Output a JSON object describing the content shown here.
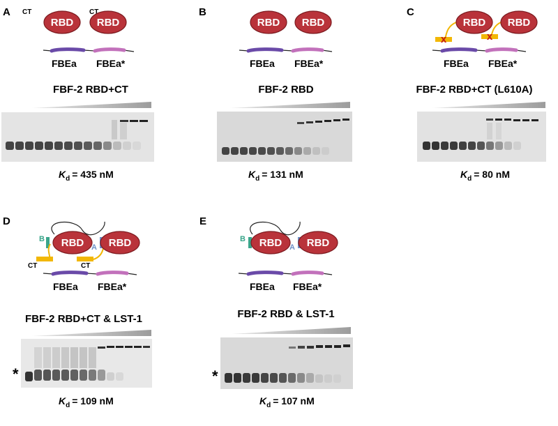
{
  "colors": {
    "rbd_fill": "#b9333a",
    "rbd_stroke": "#7c1a1f",
    "ct": "#f2b705",
    "fbea": "#6a4aa8",
    "fbea_star": "#c271bb",
    "mutation": "#c21818",
    "motif_b": "#3aa58a",
    "motif_a": "#6f91c8",
    "gel_bg": "#e4e4e4",
    "wedge": "#b5b5b5"
  },
  "labels": {
    "rbd": "RBD",
    "ct": "CT",
    "fbea": "FBEa",
    "fbea_star": "FBEa*",
    "mutation_mark": "x",
    "motif_b": "B",
    "motif_a": "A",
    "free_probe_mark": "*",
    "kd_symbol": "K",
    "kd_subscript": "d"
  },
  "panels": [
    {
      "letter": "A",
      "title": "FBF-2 RBD+CT",
      "kd_value": "= 435 nM"
    },
    {
      "letter": "B",
      "title": "FBF-2 RBD",
      "kd_value": "= 131 nM"
    },
    {
      "letter": "C",
      "title": "FBF-2 RBD+CT (L610A)",
      "kd_value": "= 80 nM"
    },
    {
      "letter": "D",
      "title": "FBF-2 RBD+CT & LST-1",
      "kd_value": "= 109 nM"
    },
    {
      "letter": "E",
      "title": "FBF-2 RBD & LST-1",
      "kd_value": "= 107 nM"
    }
  ]
}
